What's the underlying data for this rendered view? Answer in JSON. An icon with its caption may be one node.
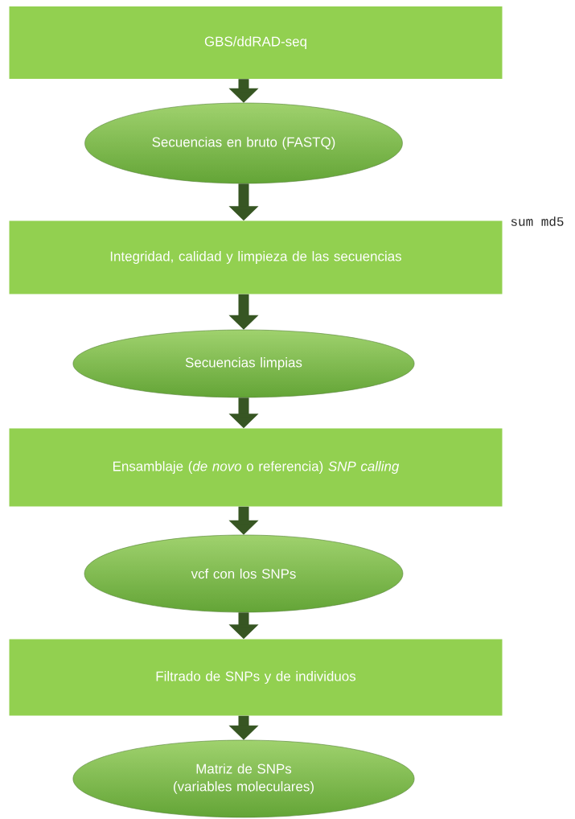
{
  "diagram": {
    "nodes": [
      {
        "text": [
          "GBS/ddRAD-seq"
        ]
      },
      {
        "text": [
          "Secuencias en bruto (FASTQ)"
        ]
      },
      {
        "text": [
          "Integridad, calidad y limpieza de las secuencias"
        ]
      },
      {
        "text": [
          "Secuencias limpias"
        ]
      },
      {
        "text": [
          "Ensamblaje (*de novo* o referencia) *SNP calling*"
        ]
      },
      {
        "text": [
          "vcf con los SNPs"
        ]
      },
      {
        "text": [
          "Filtrado de SNPs y de individuos"
        ]
      },
      {
        "text": [
          "Matriz de SNPs (variables moleculares)"
        ]
      }
    ],
    "edges": [
      {
        "from": 0,
        "to": 1,
        "arrow": "to"
      },
      {
        "from": 1,
        "to": 2,
        "arrow": "to"
      },
      {
        "from": 2,
        "to": 3,
        "arrow": "to"
      },
      {
        "from": 3,
        "to": 4,
        "arrow": "to"
      },
      {
        "from": 4,
        "to": 5,
        "arrow": "to"
      },
      {
        "from": 5,
        "to": 6,
        "arrow": "to"
      },
      {
        "from": 6,
        "to": 7,
        "arrow": "to"
      }
    ],
    "labels": [
      "sum md5"
    ]
  }
}
